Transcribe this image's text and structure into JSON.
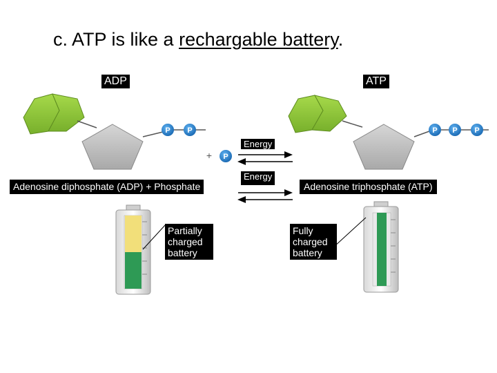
{
  "title": {
    "prefix": "c. ATP is like a ",
    "underlined": "rechargable battery",
    "suffix": "."
  },
  "labels": {
    "adp": "ADP",
    "atp": "ATP",
    "energy_top": "Energy",
    "energy_bottom": "Energy",
    "adp_plus_phosphate": "Adenosine diphosphate (ADP) + Phosphate",
    "atp_full_name": "Adenosine triphosphate (ATP)",
    "partial_battery": "Partially charged battery",
    "full_battery": "Fully charged battery",
    "phosphate_symbol": "P",
    "plus": "+"
  },
  "colors": {
    "adenine_green": "#8bc53f",
    "ribose_gray": "#c8c8c8",
    "phosphate_blue": "#1f7fd1",
    "battery_green": "#2e9a55",
    "battery_yellow": "#f2df7a"
  },
  "battery_levels": {
    "partial": 0.5,
    "full": 1.0
  }
}
